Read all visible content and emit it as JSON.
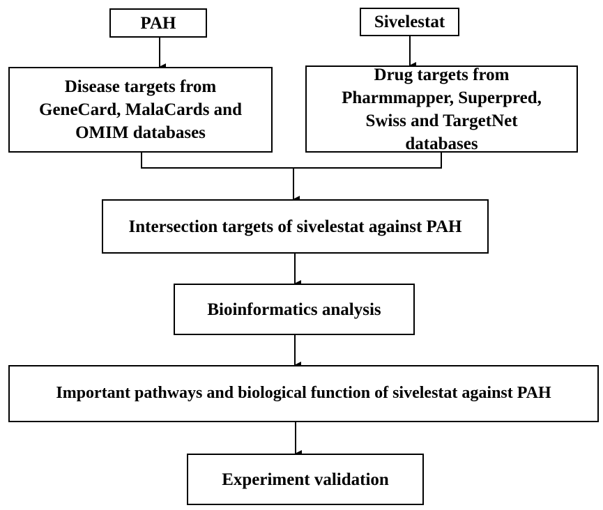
{
  "nodes": {
    "pah": {
      "label": "PAH"
    },
    "sivelestat": {
      "label": "Sivelestat"
    },
    "disease_targets": {
      "lines": [
        "Disease targets from",
        "GeneCard, MalaCards and",
        "OMIM databases"
      ]
    },
    "drug_targets": {
      "lines": [
        "Drug targets from",
        "Pharmmapper, Superpred,",
        "Swiss and TargetNet",
        "databases"
      ]
    },
    "intersection": {
      "label": "Intersection targets of sivelestat against PAH"
    },
    "bioinformatics": {
      "label": "Bioinformatics analysis"
    },
    "pathways": {
      "label": "Important pathways and biological function of sivelestat against PAH"
    },
    "validation": {
      "label": "Experiment validation"
    }
  }
}
